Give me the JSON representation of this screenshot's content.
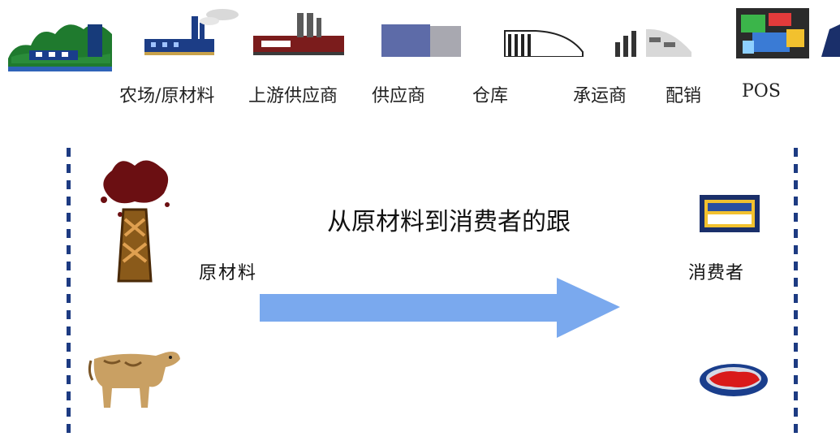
{
  "supply_chain": {
    "stages": [
      {
        "label": "农场/原材料",
        "icon": "farm-icon"
      },
      {
        "label": "上游供应商",
        "icon": "factory-icon"
      },
      {
        "label": "供应商",
        "icon": "supplier-factory-icon"
      },
      {
        "label": "仓库",
        "icon": "warehouse-icon"
      },
      {
        "label": "承运商",
        "icon": "truck-icon"
      },
      {
        "label": "配销",
        "icon": "distribution-center-icon"
      },
      {
        "label": "POS",
        "icon": "pos-store-icon"
      }
    ]
  },
  "trace": {
    "title": "从原材料到消费者的跟",
    "source_label": "原材料",
    "consumer_label": "消费者",
    "arrow_color": "#7aa9ee",
    "line_color": "#1d3b82"
  }
}
